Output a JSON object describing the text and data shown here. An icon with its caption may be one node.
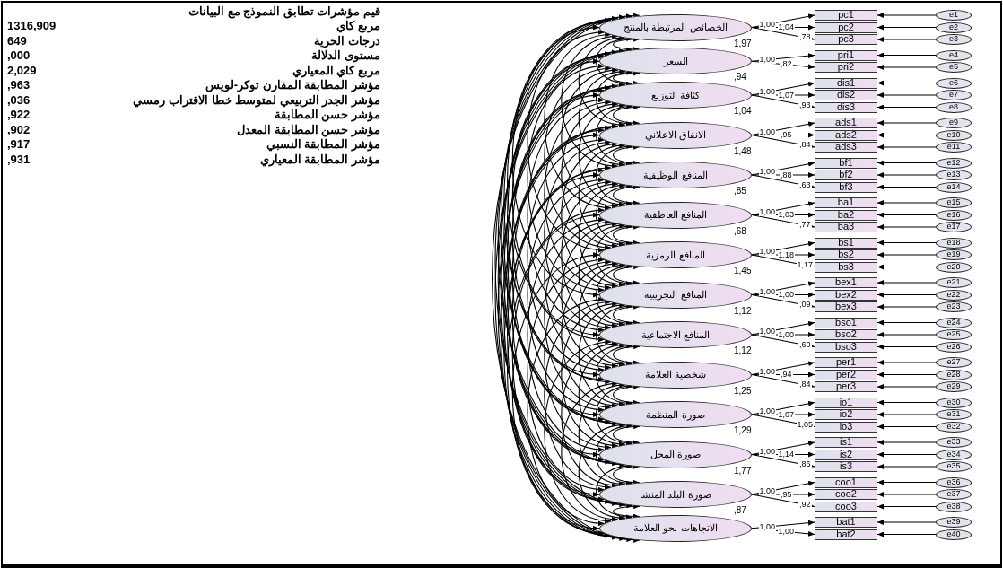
{
  "diagram": {
    "nodes": [
      {
        "text": [
          "الخصائص المرتبطة بالمنتج"
        ],
        "beside": [
          "1,97"
        ]
      },
      {
        "text": [
          "السعر"
        ],
        "beside": [
          ",94"
        ]
      },
      {
        "text": [
          "كثافة التوزيع"
        ],
        "beside": [
          "1,04"
        ]
      },
      {
        "text": [
          "الانفاق الاعلاني"
        ],
        "beside": [
          "1,48"
        ]
      },
      {
        "text": [
          "المنافع الوظيفية"
        ],
        "beside": [
          ",85"
        ]
      },
      {
        "text": [
          "المنافع العاطفية"
        ],
        "beside": [
          ",68"
        ]
      },
      {
        "text": [
          "المنافع الرمزية"
        ],
        "beside": [
          "1,45"
        ]
      },
      {
        "text": [
          "المنافع التجريبية"
        ],
        "beside": [
          "1,12"
        ]
      },
      {
        "text": [
          "المنافع الاجتماعية"
        ],
        "beside": [
          "1,12"
        ]
      },
      {
        "text": [
          "شخصية العلامة"
        ],
        "beside": [
          "1,25"
        ]
      },
      {
        "text": [
          "صورة المنظمة"
        ],
        "beside": [
          "1,29"
        ]
      },
      {
        "text": [
          "صورة المحل"
        ],
        "beside": [
          "1,77"
        ]
      },
      {
        "text": [
          "صورة البلد المنشا"
        ],
        "beside": [
          ",87"
        ]
      },
      {
        "text": [
          "الاتجاهات نحو العلامة"
        ]
      },
      {
        "text": [
          "pc1"
        ]
      },
      {
        "text": [
          "pc2"
        ]
      },
      {
        "text": [
          "pc3"
        ]
      },
      {
        "text": [
          "pri1"
        ]
      },
      {
        "text": [
          "pri2"
        ]
      },
      {
        "text": [
          "dis1"
        ]
      },
      {
        "text": [
          "dis2"
        ]
      },
      {
        "text": [
          "dis3"
        ]
      },
      {
        "text": [
          "ads1"
        ]
      },
      {
        "text": [
          "ads2"
        ]
      },
      {
        "text": [
          "ads3"
        ]
      },
      {
        "text": [
          "bf1"
        ]
      },
      {
        "text": [
          "bf2"
        ]
      },
      {
        "text": [
          "bf3"
        ]
      },
      {
        "text": [
          "ba1"
        ]
      },
      {
        "text": [
          "ba2"
        ]
      },
      {
        "text": [
          "ba3"
        ]
      },
      {
        "text": [
          "bs1"
        ]
      },
      {
        "text": [
          "bs2"
        ]
      },
      {
        "text": [
          "bs3"
        ]
      },
      {
        "text": [
          "bex1"
        ]
      },
      {
        "text": [
          "bex2"
        ]
      },
      {
        "text": [
          "bex3"
        ]
      },
      {
        "text": [
          "bso1"
        ]
      },
      {
        "text": [
          "bso2"
        ]
      },
      {
        "text": [
          "bso3"
        ]
      },
      {
        "text": [
          "per1"
        ]
      },
      {
        "text": [
          "per2"
        ]
      },
      {
        "text": [
          "per3"
        ]
      },
      {
        "text": [
          "io1"
        ]
      },
      {
        "text": [
          "io2"
        ]
      },
      {
        "text": [
          "io3"
        ]
      },
      {
        "text": [
          "is1"
        ]
      },
      {
        "text": [
          "is2"
        ]
      },
      {
        "text": [
          "is3"
        ]
      },
      {
        "text": [
          "coo1"
        ]
      },
      {
        "text": [
          "coo2"
        ]
      },
      {
        "text": [
          "coo3"
        ]
      },
      {
        "text": [
          "bat1"
        ]
      },
      {
        "text": [
          "bat2"
        ]
      },
      {
        "text": [
          "e1"
        ]
      },
      {
        "text": [
          "e2"
        ]
      },
      {
        "text": [
          "e3"
        ]
      },
      {
        "text": [
          "e4"
        ]
      },
      {
        "text": [
          "e5"
        ]
      },
      {
        "text": [
          "e6"
        ]
      },
      {
        "text": [
          "e7"
        ]
      },
      {
        "text": [
          "e8"
        ]
      },
      {
        "text": [
          "e9"
        ]
      },
      {
        "text": [
          "e10"
        ]
      },
      {
        "text": [
          "e11"
        ]
      },
      {
        "text": [
          "e12"
        ]
      },
      {
        "text": [
          "e13"
        ]
      },
      {
        "text": [
          "e14"
        ]
      },
      {
        "text": [
          "e15"
        ]
      },
      {
        "text": [
          "e16"
        ]
      },
      {
        "text": [
          "e17"
        ]
      },
      {
        "text": [
          "e18"
        ]
      },
      {
        "text": [
          "e19"
        ]
      },
      {
        "text": [
          "e20"
        ]
      },
      {
        "text": [
          "e21"
        ]
      },
      {
        "text": [
          "e22"
        ]
      },
      {
        "text": [
          "e23"
        ]
      },
      {
        "text": [
          "e24"
        ]
      },
      {
        "text": [
          "e25"
        ]
      },
      {
        "text": [
          "e26"
        ]
      },
      {
        "text": [
          "e27"
        ]
      },
      {
        "text": [
          "e28"
        ]
      },
      {
        "text": [
          "e29"
        ]
      },
      {
        "text": [
          "e30"
        ]
      },
      {
        "text": [
          "e31"
        ]
      },
      {
        "text": [
          "e32"
        ]
      },
      {
        "text": [
          "e33"
        ]
      },
      {
        "text": [
          "e34"
        ]
      },
      {
        "text": [
          "e35"
        ]
      },
      {
        "text": [
          "e36"
        ]
      },
      {
        "text": [
          "e37"
        ]
      },
      {
        "text": [
          "e38"
        ]
      },
      {
        "text": [
          "e39"
        ]
      },
      {
        "text": [
          "e40"
        ]
      }
    ],
    "edges": [
      {
        "from": 0,
        "to": 14,
        "arrow": "to",
        "label": "1,00"
      },
      {
        "from": 0,
        "to": 15,
        "arrow": "to",
        "label": "1,04"
      },
      {
        "from": 0,
        "to": 16,
        "arrow": "to",
        "label": ",78"
      },
      {
        "from": 1,
        "to": 17,
        "arrow": "to",
        "label": "1,00"
      },
      {
        "from": 1,
        "to": 18,
        "arrow": "to",
        "label": ",82"
      },
      {
        "from": 2,
        "to": 19,
        "arrow": "to",
        "label": "1,00"
      },
      {
        "from": 2,
        "to": 20,
        "arrow": "to",
        "label": "1,07"
      },
      {
        "from": 2,
        "to": 21,
        "arrow": "to",
        "label": ",93"
      },
      {
        "from": 3,
        "to": 22,
        "arrow": "to",
        "label": "1,00"
      },
      {
        "from": 3,
        "to": 23,
        "arrow": "to",
        "label": ",95"
      },
      {
        "from": 3,
        "to": 24,
        "arrow": "to",
        "label": ",84"
      },
      {
        "from": 4,
        "to": 25,
        "arrow": "to",
        "label": "1,00"
      },
      {
        "from": 4,
        "to": 26,
        "arrow": "to",
        "label": ",88"
      },
      {
        "from": 4,
        "to": 27,
        "arrow": "to",
        "label": ",63"
      },
      {
        "from": 5,
        "to": 28,
        "arrow": "to",
        "label": "1,00"
      },
      {
        "from": 5,
        "to": 29,
        "arrow": "to",
        "label": "1,03"
      },
      {
        "from": 5,
        "to": 30,
        "arrow": "to",
        "label": ",77"
      },
      {
        "from": 6,
        "to": 31,
        "arrow": "to",
        "label": "1,00"
      },
      {
        "from": 6,
        "to": 32,
        "arrow": "to",
        "label": "1,18"
      },
      {
        "from": 6,
        "to": 33,
        "arrow": "to",
        "label": "1,17"
      },
      {
        "from": 7,
        "to": 34,
        "arrow": "to",
        "label": "1,00"
      },
      {
        "from": 7,
        "to": 35,
        "arrow": "to",
        "label": "1,00"
      },
      {
        "from": 7,
        "to": 36,
        "arrow": "to",
        "label": ",09"
      },
      {
        "from": 8,
        "to": 37,
        "arrow": "to",
        "label": "1,00"
      },
      {
        "from": 8,
        "to": 38,
        "arrow": "to",
        "label": "1,00"
      },
      {
        "from": 8,
        "to": 39,
        "arrow": "to",
        "label": ",60"
      },
      {
        "from": 9,
        "to": 40,
        "arrow": "to",
        "label": "1,00"
      },
      {
        "from": 9,
        "to": 41,
        "arrow": "to",
        "label": ",94"
      },
      {
        "from": 9,
        "to": 42,
        "arrow": "to",
        "label": ",84"
      },
      {
        "from": 10,
        "to": 43,
        "arrow": "to",
        "label": "1,00"
      },
      {
        "from": 10,
        "to": 44,
        "arrow": "to",
        "label": "1,07"
      },
      {
        "from": 10,
        "to": 45,
        "arrow": "to",
        "label": "1,05"
      },
      {
        "from": 11,
        "to": 46,
        "arrow": "to",
        "label": "1,00"
      },
      {
        "from": 11,
        "to": 47,
        "arrow": "to",
        "label": "1,14"
      },
      {
        "from": 11,
        "to": 48,
        "arrow": "to",
        "label": ",86"
      },
      {
        "from": 12,
        "to": 49,
        "arrow": "to",
        "label": "1,00"
      },
      {
        "from": 12,
        "to": 50,
        "arrow": "to",
        "label": ",95"
      },
      {
        "from": 12,
        "to": 51,
        "arrow": "to",
        "label": ",92"
      },
      {
        "from": 13,
        "to": 52,
        "arrow": "to",
        "label": "1,00"
      },
      {
        "from": 13,
        "to": 53,
        "arrow": "to",
        "label": "1,00"
      },
      {
        "from": 54,
        "to": 14,
        "arrow": "to"
      },
      {
        "from": 55,
        "to": 15,
        "arrow": "to"
      },
      {
        "from": 56,
        "to": 16,
        "arrow": "to"
      },
      {
        "from": 57,
        "to": 17,
        "arrow": "to"
      },
      {
        "from": 58,
        "to": 18,
        "arrow": "to"
      },
      {
        "from": 59,
        "to": 19,
        "arrow": "to"
      },
      {
        "from": 60,
        "to": 20,
        "arrow": "to"
      },
      {
        "from": 61,
        "to": 21,
        "arrow": "to"
      },
      {
        "from": 62,
        "to": 22,
        "arrow": "to"
      },
      {
        "from": 63,
        "to": 23,
        "arrow": "to"
      },
      {
        "from": 64,
        "to": 24,
        "arrow": "to"
      },
      {
        "from": 65,
        "to": 25,
        "arrow": "to"
      },
      {
        "from": 66,
        "to": 26,
        "arrow": "to"
      },
      {
        "from": 67,
        "to": 27,
        "arrow": "to"
      },
      {
        "from": 68,
        "to": 28,
        "arrow": "to"
      },
      {
        "from": 69,
        "to": 29,
        "arrow": "to"
      },
      {
        "from": 70,
        "to": 30,
        "arrow": "to"
      },
      {
        "from": 71,
        "to": 31,
        "arrow": "to"
      },
      {
        "from": 72,
        "to": 32,
        "arrow": "to"
      },
      {
        "from": 73,
        "to": 33,
        "arrow": "to"
      },
      {
        "from": 74,
        "to": 34,
        "arrow": "to"
      },
      {
        "from": 75,
        "to": 35,
        "arrow": "to"
      },
      {
        "from": 76,
        "to": 36,
        "arrow": "to"
      },
      {
        "from": 77,
        "to": 37,
        "arrow": "to"
      },
      {
        "from": 78,
        "to": 38,
        "arrow": "to"
      },
      {
        "from": 79,
        "to": 39,
        "arrow": "to"
      },
      {
        "from": 80,
        "to": 40,
        "arrow": "to"
      },
      {
        "from": 81,
        "to": 41,
        "arrow": "to"
      },
      {
        "from": 82,
        "to": 42,
        "arrow": "to"
      },
      {
        "from": 83,
        "to": 43,
        "arrow": "to"
      },
      {
        "from": 84,
        "to": 44,
        "arrow": "to"
      },
      {
        "from": 85,
        "to": 45,
        "arrow": "to"
      },
      {
        "from": 86,
        "to": 46,
        "arrow": "to"
      },
      {
        "from": 87,
        "to": 47,
        "arrow": "to"
      },
      {
        "from": 88,
        "to": 48,
        "arrow": "to"
      },
      {
        "from": 89,
        "to": 49,
        "arrow": "to"
      },
      {
        "from": 90,
        "to": 50,
        "arrow": "to"
      },
      {
        "from": 91,
        "to": 51,
        "arrow": "to"
      },
      {
        "from": 92,
        "to": 52,
        "arrow": "to"
      },
      {
        "from": 93,
        "to": 53,
        "arrow": "to"
      },
      {
        "from": 0,
        "to": 1,
        "arrow": "both"
      },
      {
        "from": 0,
        "to": 2,
        "arrow": "both"
      },
      {
        "from": 0,
        "to": 3,
        "arrow": "both"
      },
      {
        "from": 0,
        "to": 4,
        "arrow": "both"
      },
      {
        "from": 0,
        "to": 5,
        "arrow": "both"
      },
      {
        "from": 0,
        "to": 6,
        "arrow": "both"
      },
      {
        "from": 0,
        "to": 7,
        "arrow": "both"
      },
      {
        "from": 0,
        "to": 8,
        "arrow": "both"
      },
      {
        "from": 0,
        "to": 9,
        "arrow": "both"
      },
      {
        "from": 0,
        "to": 10,
        "arrow": "both"
      },
      {
        "from": 0,
        "to": 11,
        "arrow": "both"
      },
      {
        "from": 0,
        "to": 12,
        "arrow": "both"
      },
      {
        "from": 0,
        "to": 13,
        "arrow": "both"
      },
      {
        "from": 1,
        "to": 2,
        "arrow": "both"
      },
      {
        "from": 1,
        "to": 3,
        "arrow": "both"
      },
      {
        "from": 1,
        "to": 4,
        "arrow": "both"
      },
      {
        "from": 1,
        "to": 5,
        "arrow": "both"
      },
      {
        "from": 1,
        "to": 6,
        "arrow": "both"
      },
      {
        "from": 1,
        "to": 7,
        "arrow": "both"
      },
      {
        "from": 1,
        "to": 8,
        "arrow": "both"
      },
      {
        "from": 1,
        "to": 9,
        "arrow": "both"
      },
      {
        "from": 1,
        "to": 10,
        "arrow": "both"
      },
      {
        "from": 1,
        "to": 11,
        "arrow": "both"
      },
      {
        "from": 1,
        "to": 12,
        "arrow": "both"
      },
      {
        "from": 1,
        "to": 13,
        "arrow": "both"
      },
      {
        "from": 2,
        "to": 3,
        "arrow": "both"
      },
      {
        "from": 2,
        "to": 4,
        "arrow": "both"
      },
      {
        "from": 2,
        "to": 5,
        "arrow": "both"
      },
      {
        "from": 2,
        "to": 6,
        "arrow": "both"
      },
      {
        "from": 2,
        "to": 7,
        "arrow": "both"
      },
      {
        "from": 2,
        "to": 8,
        "arrow": "both"
      },
      {
        "from": 2,
        "to": 9,
        "arrow": "both"
      },
      {
        "from": 2,
        "to": 10,
        "arrow": "both"
      },
      {
        "from": 2,
        "to": 11,
        "arrow": "both"
      },
      {
        "from": 2,
        "to": 12,
        "arrow": "both"
      },
      {
        "from": 2,
        "to": 13,
        "arrow": "both"
      },
      {
        "from": 3,
        "to": 4,
        "arrow": "both"
      },
      {
        "from": 3,
        "to": 5,
        "arrow": "both"
      },
      {
        "from": 3,
        "to": 6,
        "arrow": "both"
      },
      {
        "from": 3,
        "to": 7,
        "arrow": "both"
      },
      {
        "from": 3,
        "to": 8,
        "arrow": "both"
      },
      {
        "from": 3,
        "to": 9,
        "arrow": "both"
      },
      {
        "from": 3,
        "to": 10,
        "arrow": "both"
      },
      {
        "from": 3,
        "to": 11,
        "arrow": "both"
      },
      {
        "from": 3,
        "to": 12,
        "arrow": "both"
      },
      {
        "from": 3,
        "to": 13,
        "arrow": "both"
      },
      {
        "from": 4,
        "to": 5,
        "arrow": "both"
      },
      {
        "from": 4,
        "to": 6,
        "arrow": "both"
      },
      {
        "from": 4,
        "to": 7,
        "arrow": "both"
      },
      {
        "from": 4,
        "to": 8,
        "arrow": "both"
      },
      {
        "from": 4,
        "to": 9,
        "arrow": "both"
      },
      {
        "from": 4,
        "to": 10,
        "arrow": "both"
      },
      {
        "from": 4,
        "to": 11,
        "arrow": "both"
      },
      {
        "from": 4,
        "to": 12,
        "arrow": "both"
      },
      {
        "from": 4,
        "to": 13,
        "arrow": "both"
      },
      {
        "from": 5,
        "to": 6,
        "arrow": "both"
      },
      {
        "from": 5,
        "to": 7,
        "arrow": "both"
      },
      {
        "from": 5,
        "to": 8,
        "arrow": "both"
      },
      {
        "from": 5,
        "to": 9,
        "arrow": "both"
      },
      {
        "from": 5,
        "to": 10,
        "arrow": "both"
      },
      {
        "from": 5,
        "to": 11,
        "arrow": "both"
      },
      {
        "from": 5,
        "to": 12,
        "arrow": "both"
      },
      {
        "from": 5,
        "to": 13,
        "arrow": "both"
      },
      {
        "from": 6,
        "to": 7,
        "arrow": "both"
      },
      {
        "from": 6,
        "to": 8,
        "arrow": "both"
      },
      {
        "from": 6,
        "to": 9,
        "arrow": "both"
      },
      {
        "from": 6,
        "to": 10,
        "arrow": "both"
      },
      {
        "from": 6,
        "to": 11,
        "arrow": "both"
      },
      {
        "from": 6,
        "to": 12,
        "arrow": "both"
      },
      {
        "from": 6,
        "to": 13,
        "arrow": "both"
      },
      {
        "from": 7,
        "to": 8,
        "arrow": "both"
      },
      {
        "from": 7,
        "to": 9,
        "arrow": "both"
      },
      {
        "from": 7,
        "to": 10,
        "arrow": "both"
      },
      {
        "from": 7,
        "to": 11,
        "arrow": "both"
      },
      {
        "from": 7,
        "to": 12,
        "arrow": "both"
      },
      {
        "from": 7,
        "to": 13,
        "arrow": "both"
      },
      {
        "from": 8,
        "to": 9,
        "arrow": "both"
      },
      {
        "from": 8,
        "to": 10,
        "arrow": "both"
      },
      {
        "from": 8,
        "to": 11,
        "arrow": "both"
      },
      {
        "from": 8,
        "to": 12,
        "arrow": "both"
      },
      {
        "from": 8,
        "to": 13,
        "arrow": "both"
      },
      {
        "from": 9,
        "to": 10,
        "arrow": "both"
      },
      {
        "from": 9,
        "to": 11,
        "arrow": "both"
      },
      {
        "from": 9,
        "to": 12,
        "arrow": "both"
      },
      {
        "from": 9,
        "to": 13,
        "arrow": "both"
      },
      {
        "from": 10,
        "to": 11,
        "arrow": "both"
      },
      {
        "from": 10,
        "to": 12,
        "arrow": "both"
      },
      {
        "from": 10,
        "to": 13,
        "arrow": "both"
      },
      {
        "from": 11,
        "to": 12,
        "arrow": "both"
      },
      {
        "from": 11,
        "to": 13,
        "arrow": "both"
      },
      {
        "from": 12,
        "to": 13,
        "arrow": "both"
      }
    ],
    "labels": [
      "قيم مؤشرات تطابق النموذج مع البيانات",
      "مربع كاي",
      "1316,909",
      "درجات الحرية",
      "649",
      "مستوى الدلالة",
      ",000",
      "مربع كاي المعياري",
      "2,029",
      "مؤشر المطابقة المقارن توكر-لويس",
      ",963",
      "مؤشر الجدر التربيعي لمتوسط خطا الاقتراب رمسي",
      ",036",
      "مؤشر حسن المطابقة",
      ",922",
      "مؤشر حسن المطابقة المعدل",
      ",902",
      "مؤشر المطابقة النسبي",
      ",917",
      "مؤشر المطابقة  المعياري",
      ",931"
    ]
  }
}
